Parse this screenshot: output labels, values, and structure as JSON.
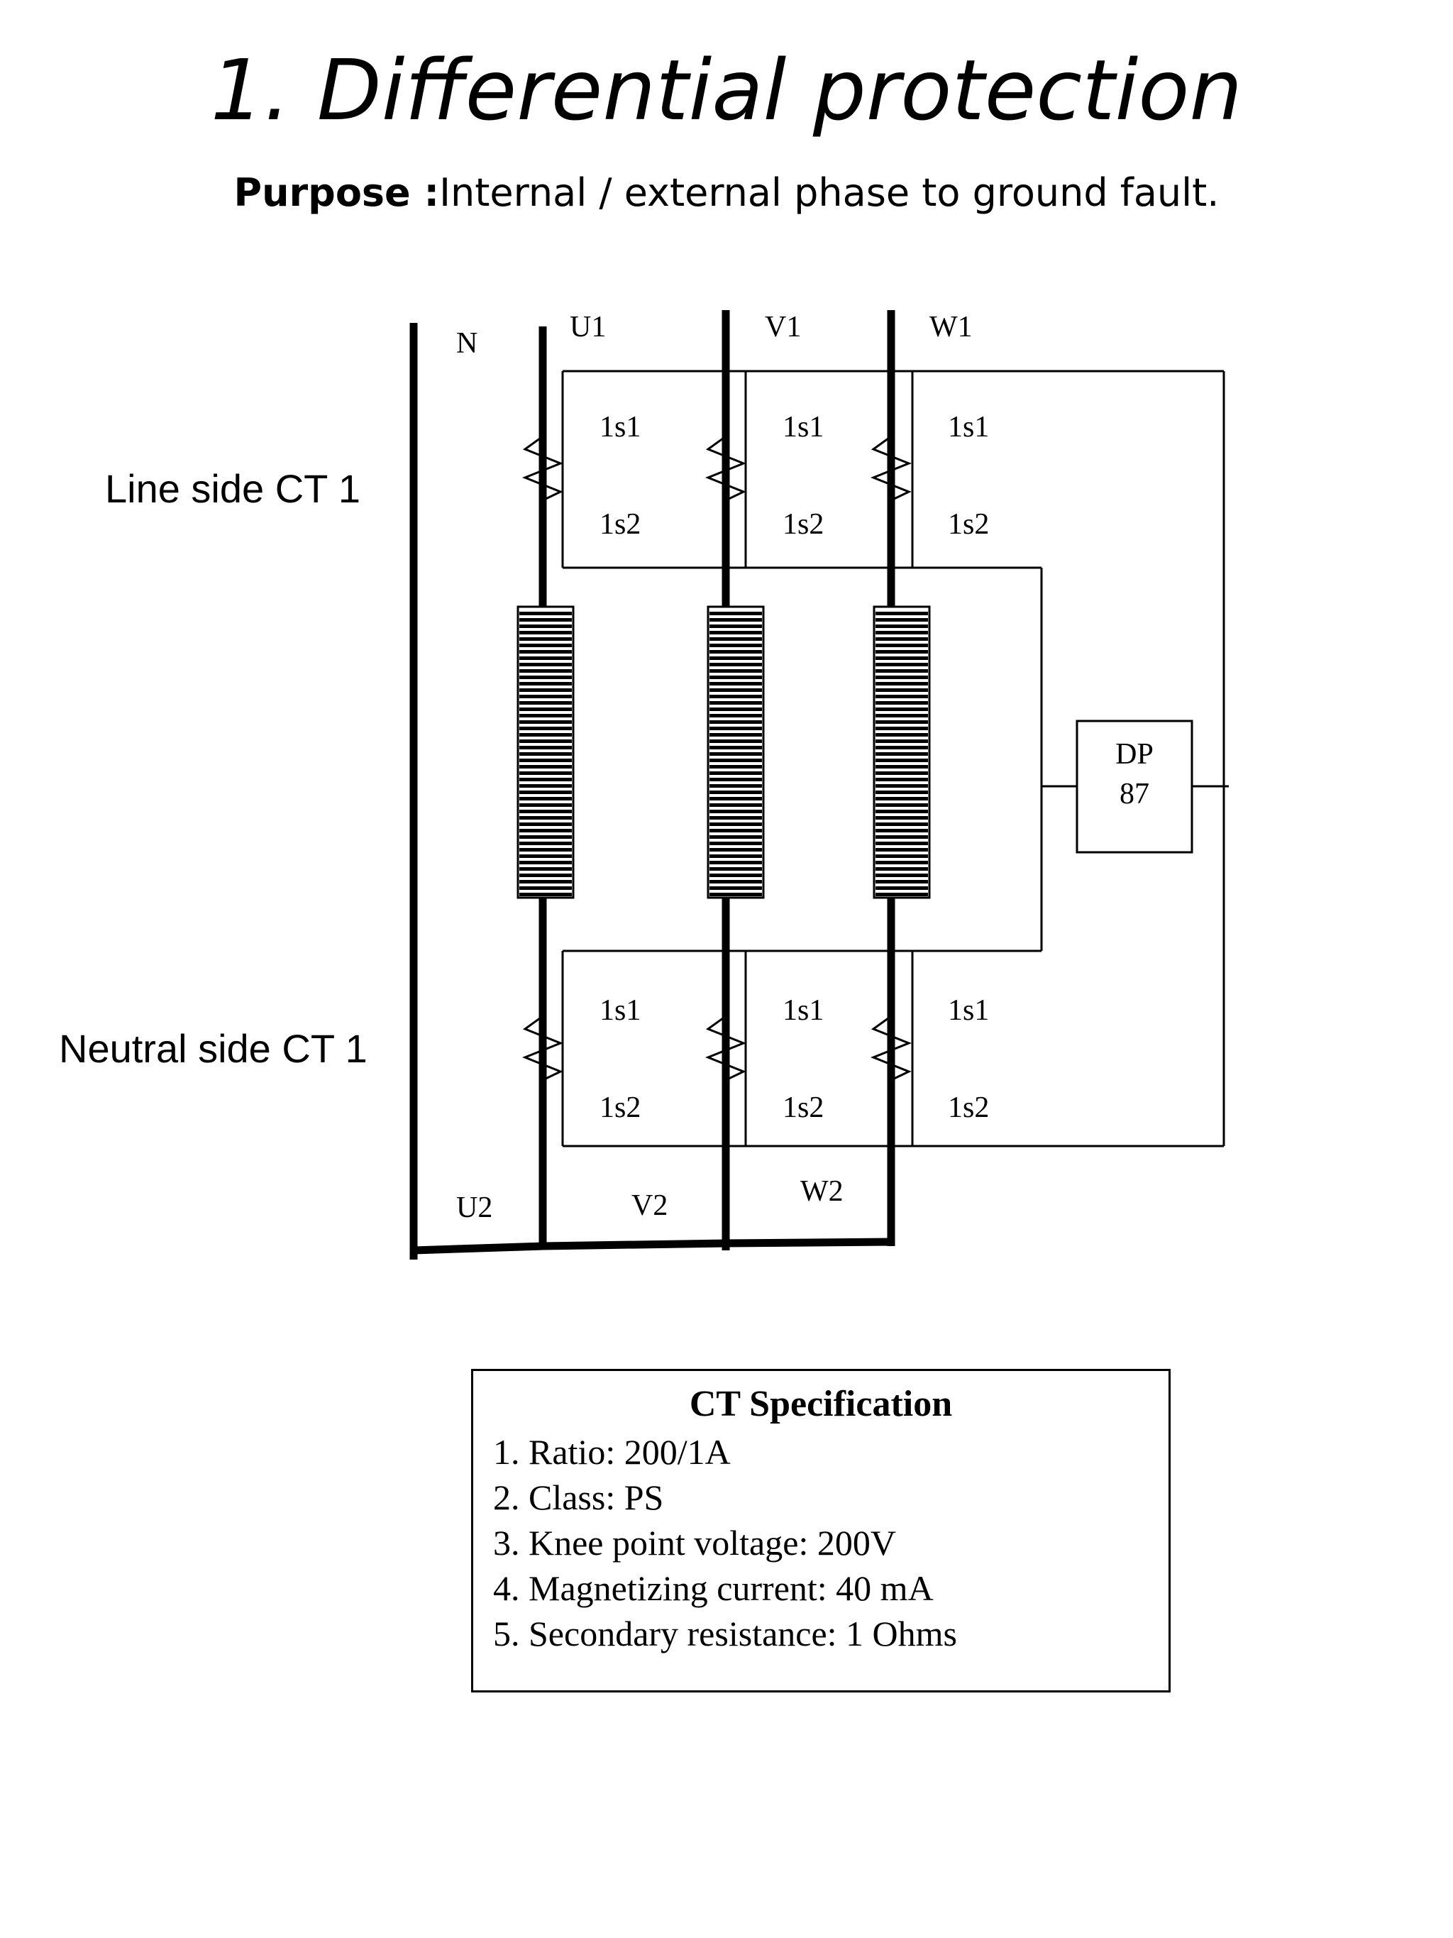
{
  "title": "1. Differential protection",
  "purpose": {
    "label": "Purpose :",
    "text": "Internal / external phase to ground fault."
  },
  "diagram": {
    "side_labels": {
      "line": "Line side CT 1",
      "neutral": "Neutral side CT 1"
    },
    "terminals": {
      "n": "N",
      "u1": "U1",
      "v1": "V1",
      "w1": "W1",
      "u2": "U2",
      "v2": "V2",
      "w2": "W2"
    },
    "ct_terminals": {
      "s1": "1s1",
      "s2": "1s2"
    },
    "relay": {
      "line1": "DP",
      "line2": "87"
    }
  },
  "spec": {
    "title": "CT Specification",
    "items": [
      "1. Ratio: 200/1A",
      "2. Class: PS",
      "3. Knee point voltage: 200V",
      "4. Magnetizing current: 40 mA",
      "5. Secondary resistance: 1 Ohms"
    ]
  }
}
